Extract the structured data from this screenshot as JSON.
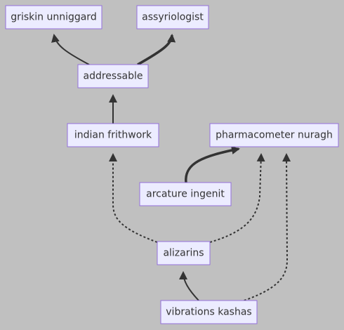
{
  "diagram": {
    "type": "flowchart",
    "direction": "bottom-to-top",
    "colors": {
      "background": "#c0c0c0",
      "node_fill": "#ececff",
      "node_border": "#9370db",
      "text": "#333333",
      "edge": "#333333"
    },
    "nodes": {
      "griskin": "griskin unniggard",
      "assyriologist": "assyriologist",
      "addressable": "addressable",
      "indian": "indian frithwork",
      "pharmacometer": "pharmacometer nuragh",
      "arcature": "arcature ingenit",
      "alizarins": "alizarins",
      "vibrations": "vibrations kashas"
    },
    "edges": [
      {
        "from": "addressable",
        "to": "griskin",
        "style": "solid"
      },
      {
        "from": "addressable",
        "to": "assyriologist",
        "style": "thick"
      },
      {
        "from": "indian",
        "to": "addressable",
        "style": "solid"
      },
      {
        "from": "arcature",
        "to": "pharmacometer",
        "style": "thick"
      },
      {
        "from": "alizarins",
        "to": "indian",
        "style": "dotted"
      },
      {
        "from": "alizarins",
        "to": "pharmacometer",
        "style": "dotted"
      },
      {
        "from": "vibrations",
        "to": "alizarins",
        "style": "solid"
      },
      {
        "from": "vibrations",
        "to": "pharmacometer",
        "style": "dotted"
      }
    ]
  }
}
